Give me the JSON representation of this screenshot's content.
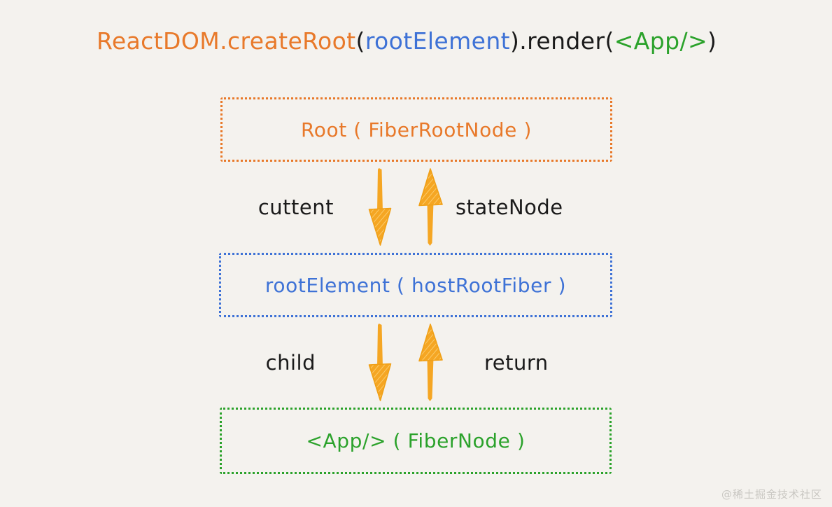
{
  "background_color": "#F4F2EE",
  "palette": {
    "orange": "#E8792A",
    "blue": "#3E72D6",
    "green": "#2BA22B",
    "amber": "#F5A623",
    "black": "#1A1A1A",
    "watermark_gray": "#C9C7C2"
  },
  "title": {
    "segments": [
      {
        "text": "ReactDOM.createRoot",
        "color": "#E8792A"
      },
      {
        "text": "(",
        "color": "#1A1A1A"
      },
      {
        "text": "rootElement",
        "color": "#3E72D6"
      },
      {
        "text": ").render(",
        "color": "#1A1A1A"
      },
      {
        "text": "<App/>",
        "color": "#2BA22B"
      },
      {
        "text": ")",
        "color": "#1A1A1A"
      }
    ],
    "full_text": "ReactDOM.createRoot(rootElement).render(<App/>)"
  },
  "nodes": [
    {
      "id": "root",
      "label": "Root ( FiberRootNode )",
      "color": "#E8792A",
      "border_style": "dotted"
    },
    {
      "id": "root-element",
      "label": "rootElement ( hostRootFiber )",
      "color": "#3E72D6",
      "border_style": "dotted"
    },
    {
      "id": "app",
      "label": "<App/> ( FiberNode )",
      "color": "#2BA22B",
      "border_style": "dotted"
    }
  ],
  "edges": [
    {
      "id": "root-to-rootelement",
      "down_label": "cuttent",
      "up_label": "stateNode",
      "arrow_color": "#F5A623"
    },
    {
      "id": "rootelement-to-app",
      "down_label": "child",
      "up_label": "return",
      "arrow_color": "#F5A623"
    }
  ],
  "watermark": {
    "text": "@稀土掘金技术社区"
  }
}
